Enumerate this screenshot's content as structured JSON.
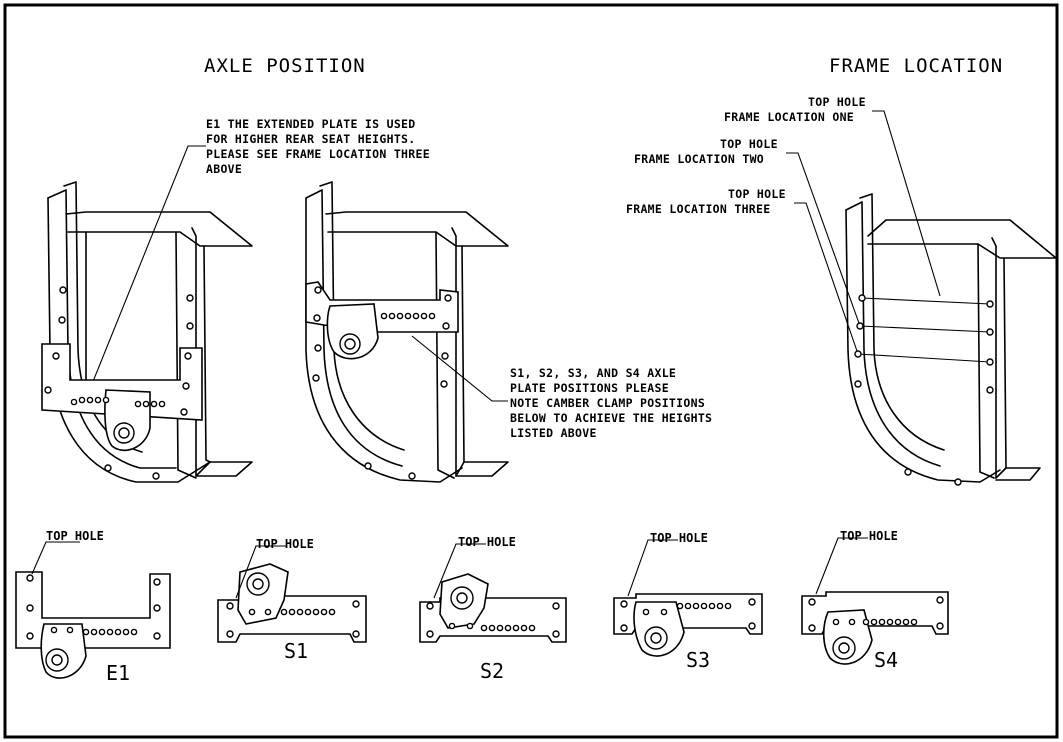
{
  "titles": {
    "axle_position": "AXLE POSITION",
    "frame_location": "FRAME LOCATION"
  },
  "notes": {
    "e1": [
      "E1 THE EXTENDED PLATE IS USED",
      "FOR HIGHER REAR SEAT HEIGHTS.",
      "PLEASE SEE FRAME LOCATION THREE",
      "ABOVE"
    ],
    "s_positions": [
      "S1, S2, S3, AND S4 AXLE",
      "PLATE POSITIONS PLEASE",
      "NOTE CAMBER CLAMP POSITIONS",
      "BELOW TO ACHIEVE THE HEIGHTS",
      "LISTED ABOVE"
    ]
  },
  "frame_callouts": [
    {
      "line1": "TOP HOLE",
      "line2": "FRAME LOCATION ONE"
    },
    {
      "line1": "TOP HOLE",
      "line2": "FRAME LOCATION TWO"
    },
    {
      "line1": "TOP HOLE",
      "line2": "FRAME LOCATION THREE"
    }
  ],
  "plates": [
    {
      "label": "E1",
      "callout": "TOP HOLE"
    },
    {
      "label": "S1",
      "callout": "TOP HOLE"
    },
    {
      "label": "S2",
      "callout": "TOP HOLE"
    },
    {
      "label": "S3",
      "callout": "TOP HOLE"
    },
    {
      "label": "S4",
      "callout": "TOP HOLE"
    }
  ]
}
